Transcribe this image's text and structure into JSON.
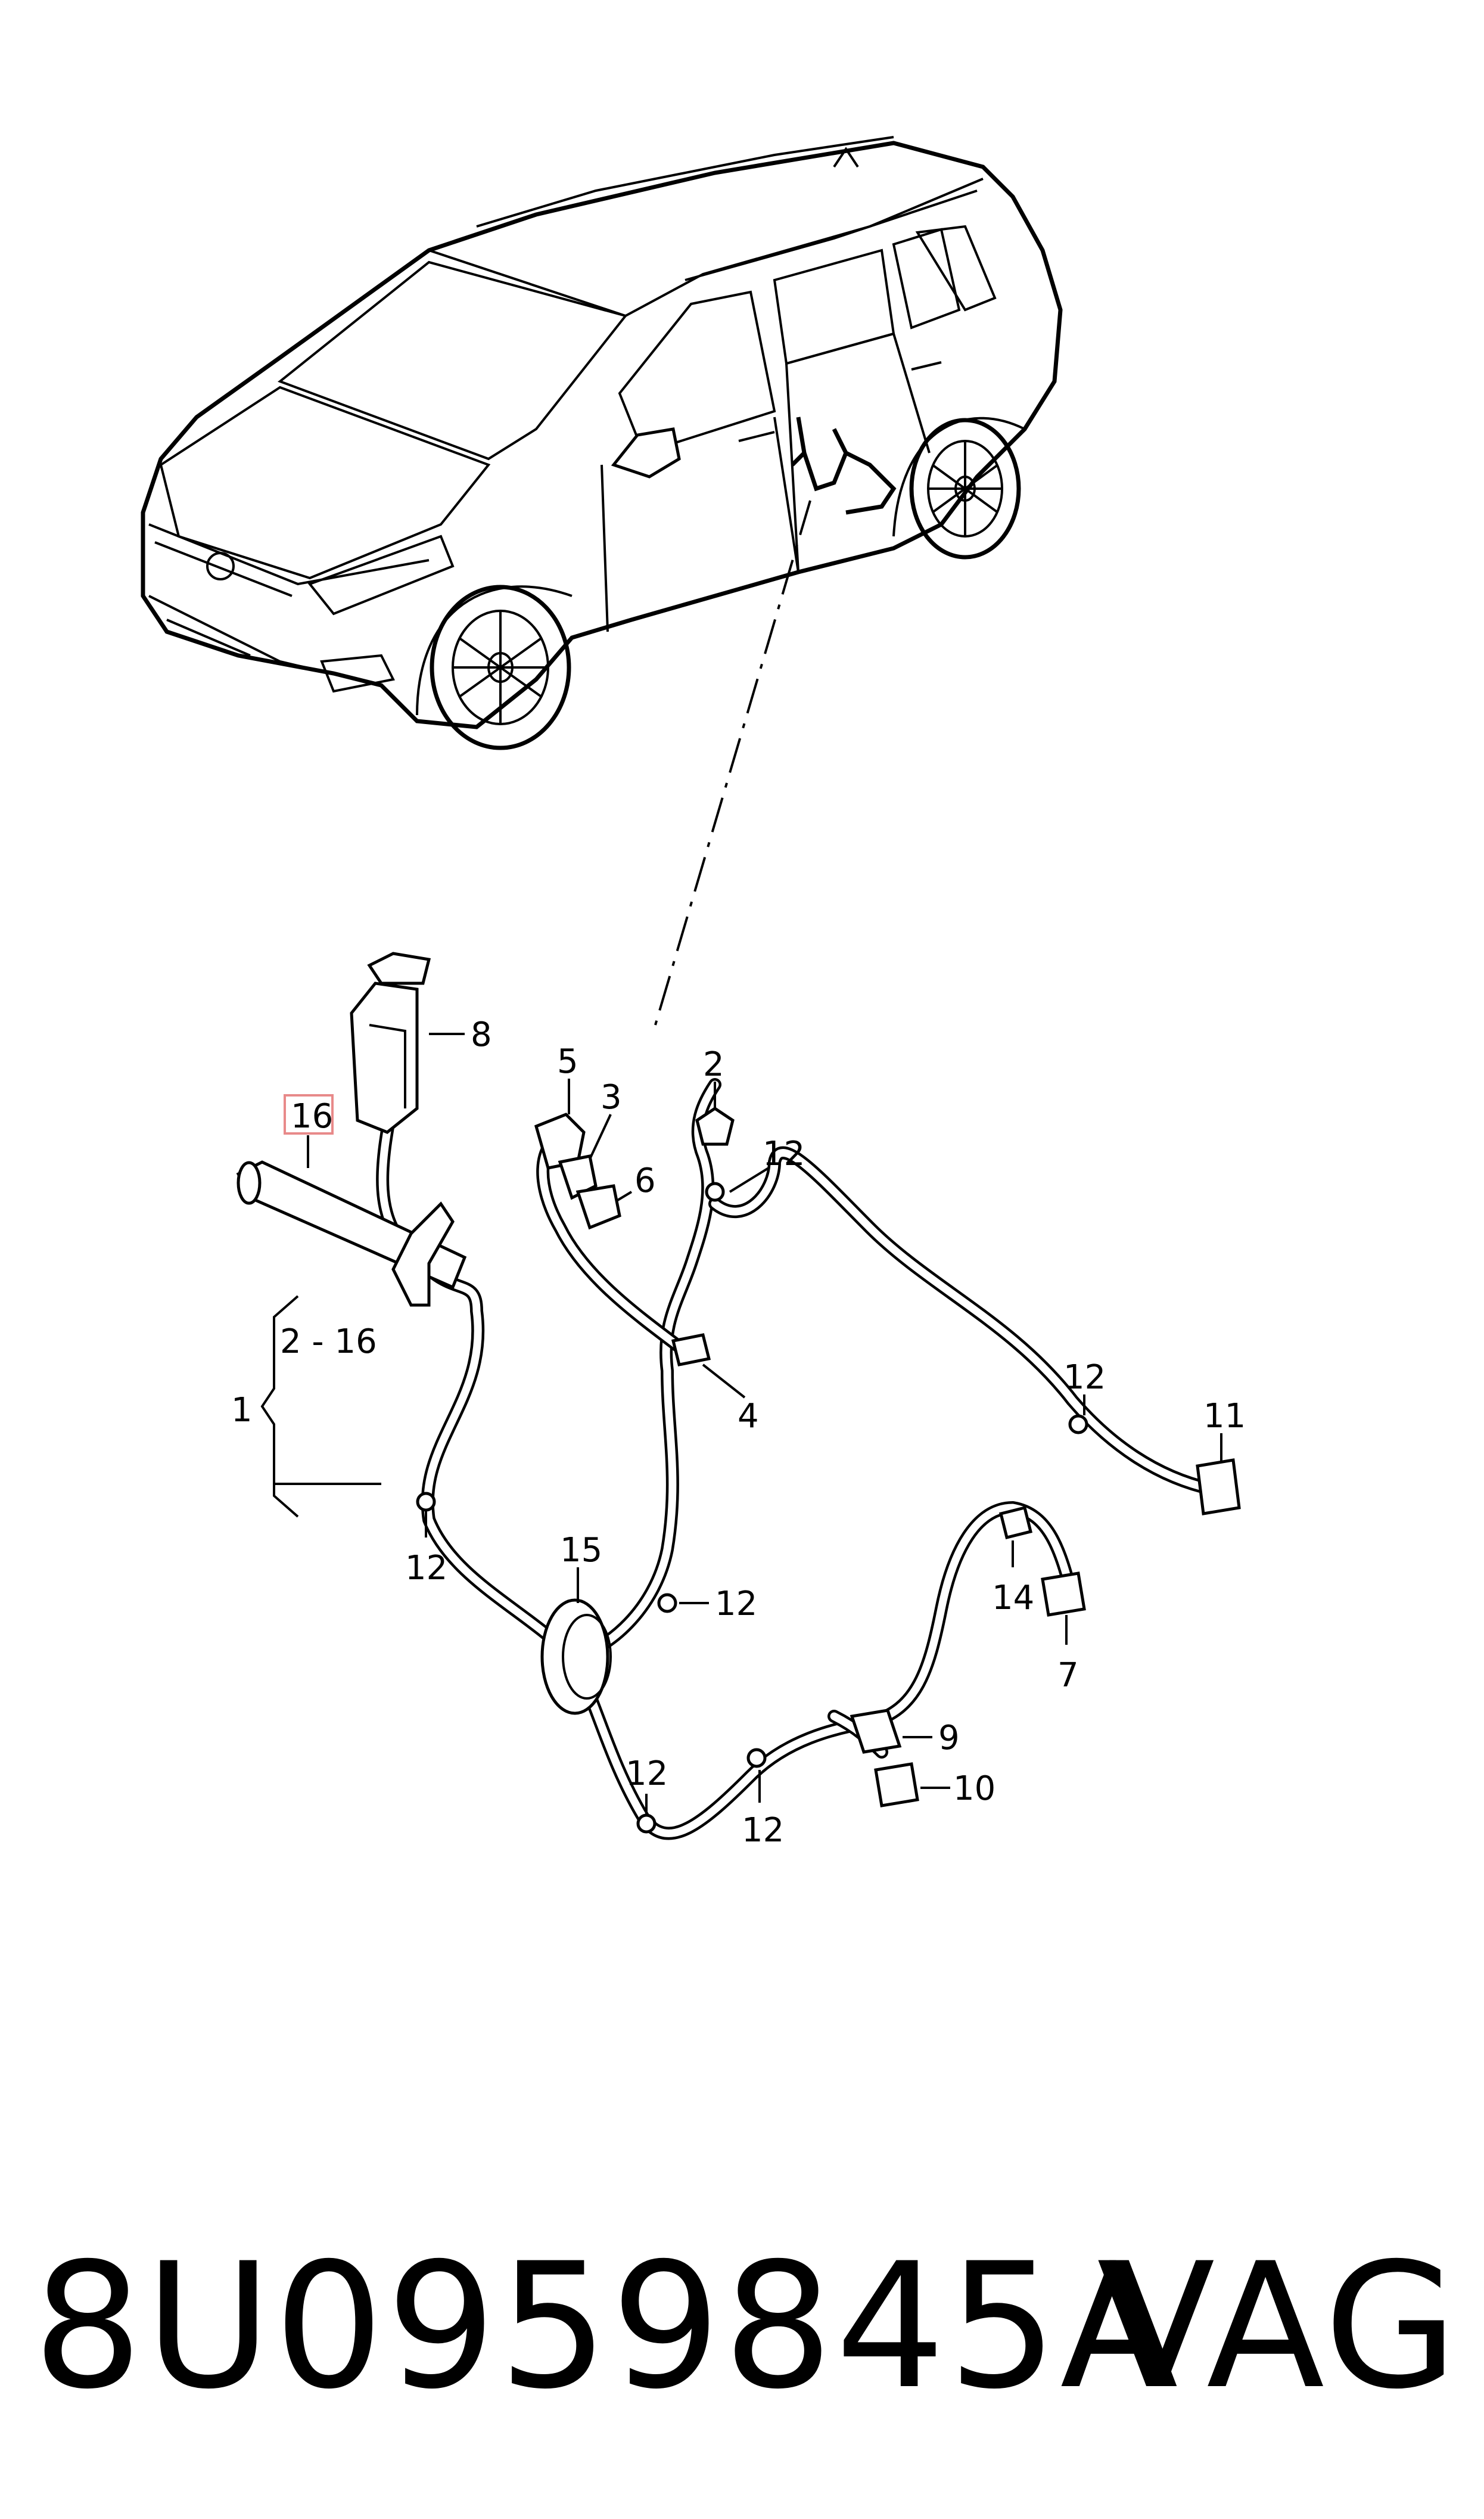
{
  "labels": {
    "l1": "1",
    "l2": "2",
    "l3": "3",
    "l4": "4",
    "l5": "5",
    "l6": "6",
    "l7": "7",
    "l8": "8",
    "l9": "9",
    "l10": "10",
    "l11": "11",
    "l12": "12",
    "l14": "14",
    "l15": "15",
    "l16": "16",
    "range": "2 - 16"
  },
  "footer": {
    "part_number": "8U0959845A",
    "brand": "VAG"
  },
  "colors": {
    "ink": "#000000",
    "highlight_box": "#e88a8a"
  }
}
